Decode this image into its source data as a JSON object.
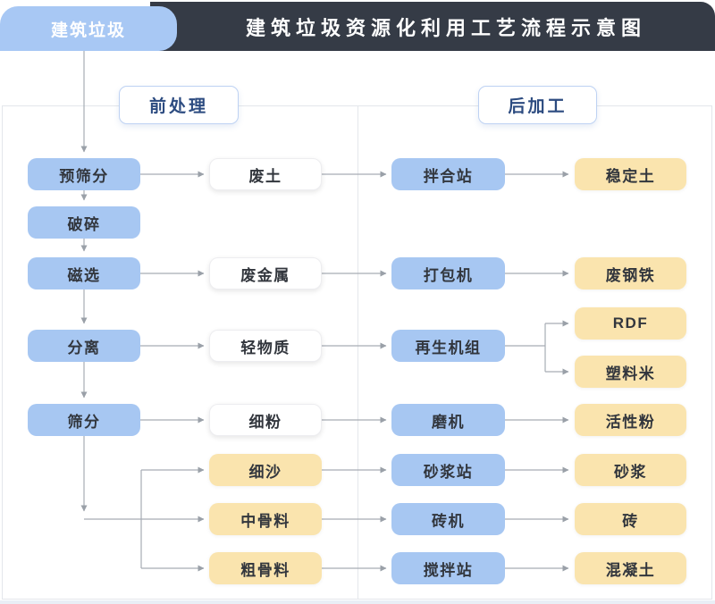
{
  "header": {
    "tab_label": "建筑垃圾",
    "title": "建筑垃圾资源化利用工艺流程示意图"
  },
  "sections": {
    "pre_label": "前处理",
    "post_label": "后加工"
  },
  "flow": {
    "nodes": [
      {
        "id": "pre-screening",
        "label": "预筛分",
        "kind": "process"
      },
      {
        "id": "crushing",
        "label": "破碎",
        "kind": "process"
      },
      {
        "id": "magnetic-separation",
        "label": "磁选",
        "kind": "process"
      },
      {
        "id": "separation",
        "label": "分离",
        "kind": "process"
      },
      {
        "id": "screening",
        "label": "筛分",
        "kind": "process"
      },
      {
        "id": "waste-soil",
        "label": "废土",
        "kind": "material"
      },
      {
        "id": "waste-metal",
        "label": "废金属",
        "kind": "material"
      },
      {
        "id": "light-material",
        "label": "轻物质",
        "kind": "material"
      },
      {
        "id": "fine-powder",
        "label": "细粉",
        "kind": "material"
      },
      {
        "id": "fine-sand",
        "label": "细沙",
        "kind": "product"
      },
      {
        "id": "medium-aggregate",
        "label": "中骨料",
        "kind": "product"
      },
      {
        "id": "coarse-aggregate",
        "label": "粗骨料",
        "kind": "product"
      },
      {
        "id": "mixing-plant",
        "label": "拌合站",
        "kind": "machine"
      },
      {
        "id": "baler",
        "label": "打包机",
        "kind": "machine"
      },
      {
        "id": "regeneration-unit",
        "label": "再生机组",
        "kind": "machine"
      },
      {
        "id": "mill",
        "label": "磨机",
        "kind": "machine"
      },
      {
        "id": "mortar-station",
        "label": "砂浆站",
        "kind": "machine"
      },
      {
        "id": "brick-machine",
        "label": "砖机",
        "kind": "machine"
      },
      {
        "id": "agitating-station",
        "label": "搅拌站",
        "kind": "machine"
      },
      {
        "id": "stabilized-soil",
        "label": "稳定土",
        "kind": "product"
      },
      {
        "id": "scrap-steel",
        "label": "废钢铁",
        "kind": "product"
      },
      {
        "id": "rdf",
        "label": "RDF",
        "kind": "product"
      },
      {
        "id": "plastic-pellets",
        "label": "塑料米",
        "kind": "product"
      },
      {
        "id": "active-powder",
        "label": "活性粉",
        "kind": "product"
      },
      {
        "id": "mortar",
        "label": "砂浆",
        "kind": "product"
      },
      {
        "id": "brick",
        "label": "砖",
        "kind": "product"
      },
      {
        "id": "concrete",
        "label": "混凝土",
        "kind": "product"
      }
    ]
  },
  "colors": {
    "header_bg": "#353B46",
    "header_text": "#FFFFFF",
    "tab_bg": "#A8C8F4",
    "process_box_bg": "#A7C7F2",
    "product_box_bg": "#FAE4AE",
    "material_box_bg": "#FFFFFF",
    "section_label_text": "#2C4B80",
    "section_label_border": "#BED2F3",
    "connector_line": "#A6ACB4",
    "panel_border": "#E3E6EB",
    "node_text": "#32363D"
  }
}
